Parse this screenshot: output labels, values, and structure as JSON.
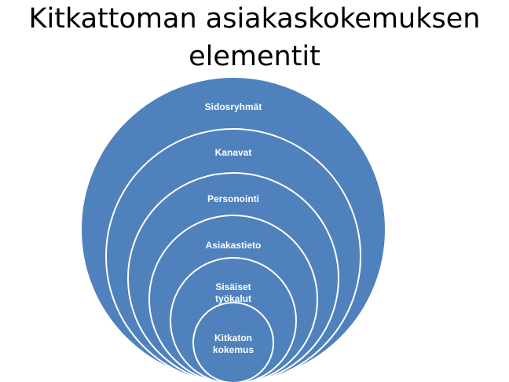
{
  "title": {
    "line1": "Kitkattoman asiakaskokemuksen",
    "line2": "elementit"
  },
  "diagram": {
    "fill_color": "#4f81bd",
    "stroke_color": "#ffffff",
    "text_color": "#ffffff",
    "rings": [
      {
        "label_lines": [
          "Sidosryhmät"
        ]
      },
      {
        "label_lines": [
          "Kanavat"
        ]
      },
      {
        "label_lines": [
          "Personointi"
        ]
      },
      {
        "label_lines": [
          "Asiakastieto"
        ]
      },
      {
        "label_lines": [
          "Sisäiset",
          "työkalut"
        ]
      },
      {
        "label_lines": [
          "Kitkaton",
          "kokemus"
        ]
      }
    ]
  }
}
